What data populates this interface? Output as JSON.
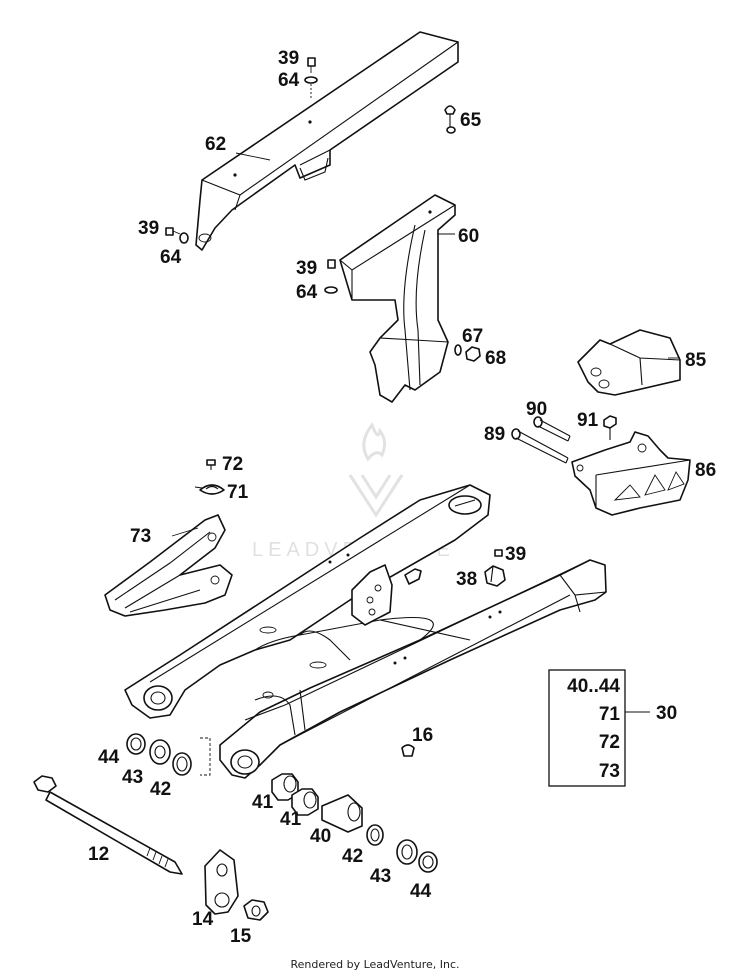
{
  "watermark": {
    "text": "LEADVENTURE"
  },
  "footer": {
    "text": "Rendered by LeadVenture, Inc."
  },
  "callouts": {
    "c39a": "39",
    "c64a": "64",
    "c65": "65",
    "c62": "62",
    "c39b": "39",
    "c64b": "64",
    "c60": "60",
    "c39c": "39",
    "c64c": "64",
    "c67": "67",
    "c68": "68",
    "c85": "85",
    "c90": "90",
    "c91": "91",
    "c89": "89",
    "c86": "86",
    "c72": "72",
    "c71": "71",
    "c73": "73",
    "c39d": "39",
    "c38": "38",
    "c16": "16",
    "c44a": "44",
    "c43a": "43",
    "c42a": "42",
    "c41a": "41",
    "c41b": "41",
    "c40": "40",
    "c42b": "42",
    "c43b": "43",
    "c44b": "44",
    "c12": "12",
    "c14": "14",
    "c15": "15"
  },
  "kit": {
    "items": [
      "40..44",
      "71",
      "72",
      "73"
    ],
    "ref": "30"
  }
}
